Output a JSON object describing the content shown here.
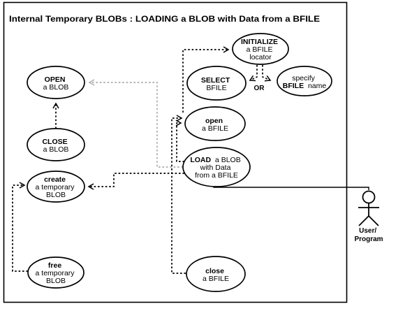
{
  "title": "Internal Temporary BLOBs : LOADING a BLOB with Data from a BFILE",
  "colors": {
    "ink": "#000000",
    "muted_arrow": "#ababab",
    "background": "#ffffff"
  },
  "or_label": "OR",
  "actor": {
    "label_line1": "User/",
    "label_line2": "Program"
  },
  "use_cases": {
    "open_blob": {
      "line1": "OPEN",
      "line2": "a BLOB"
    },
    "close_blob": {
      "line1": "CLOSE",
      "line2": "a BLOB"
    },
    "create_temp_blob": {
      "line1": "create",
      "line2": "a temporary",
      "line3": "BLOB"
    },
    "free_temp_blob": {
      "line1": "free",
      "line2": "a temporary",
      "line3": "BLOB"
    },
    "initialize_bfile_locator": {
      "line1": "INITIALIZE",
      "line2": "a BFILE",
      "line3": "locator"
    },
    "select_bfile": {
      "line1": "SELECT",
      "line2": "BFILE"
    },
    "specify_bfile_name": {
      "line1": "specify",
      "line2_bold": "BFILE",
      "line2_rest": " name"
    },
    "open_bfile": {
      "line1": "open",
      "line2": "a BFILE"
    },
    "load_blob_from_bfile": {
      "line1_bold": "LOAD",
      "line1_rest": " a BLOB",
      "line2": "with Data",
      "line3": "from a BFILE"
    },
    "close_bfile": {
      "line1": "close",
      "line2": "a BFILE"
    }
  }
}
